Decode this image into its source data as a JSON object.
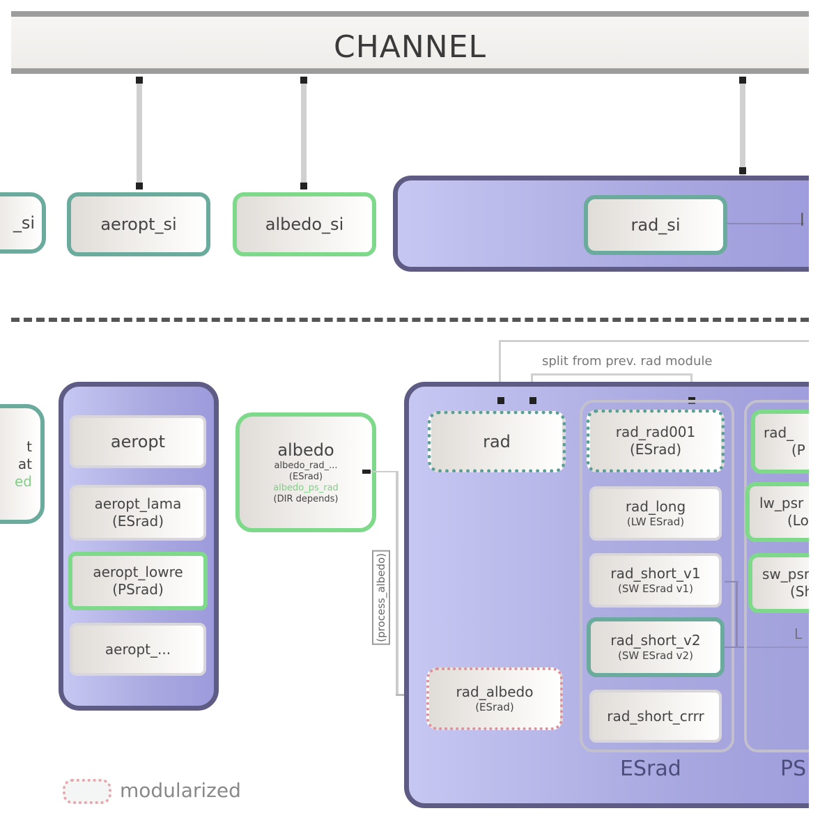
{
  "channel": {
    "label": "CHANNEL"
  },
  "si_row": {
    "partial_left": "_si",
    "aeropt_si": "aeropt_si",
    "albedo_si": "albedo_si",
    "rad_si": "rad_si",
    "right_cut": "l"
  },
  "aeropt_group": {
    "items": [
      {
        "line1": "aeropt",
        "line2": ""
      },
      {
        "line1": "aeropt_lama",
        "line2": "(ESrad)"
      },
      {
        "line1": "aeropt_lowre",
        "line2": "(PSrad)"
      },
      {
        "line1": "aeropt_...",
        "line2": ""
      }
    ]
  },
  "left_partial": {
    "line1": "t",
    "line2": "at",
    "line3": "ed"
  },
  "albedo": {
    "title": "albedo",
    "line1": "albedo_rad_...",
    "line2": "(ESrad)",
    "line3": "albedo_ps_rad",
    "line4": "(DIR depends)"
  },
  "vertical_note": "(process_albedo)",
  "split_note": "split from prev. rad module",
  "rad_module": {
    "rad": "rad",
    "rad_albedo_line1": "rad_albedo",
    "rad_albedo_line2": "(ESrad)"
  },
  "esrad_group": {
    "label": "ESrad",
    "items": [
      {
        "line1": "rad_rad001",
        "line2": "(ESrad)"
      },
      {
        "line1": "rad_long",
        "line2": "(LW ESrad)"
      },
      {
        "line1": "rad_short_v1",
        "line2": "(SW ESrad v1)"
      },
      {
        "line1": "rad_short_v2",
        "line2": "(SW ESrad v2)"
      },
      {
        "line1": "rad_short_crrr",
        "line2": ""
      }
    ]
  },
  "psrad_group": {
    "label": "PS",
    "items": [
      {
        "line1": "rad_",
        "line2": "(P"
      },
      {
        "line1": "lw_psr",
        "line2": "(Lo"
      },
      {
        "line1": "sw_psr",
        "line2": "(Sh"
      }
    ],
    "cut_label": "L"
  },
  "legend": {
    "label": "modularized"
  }
}
